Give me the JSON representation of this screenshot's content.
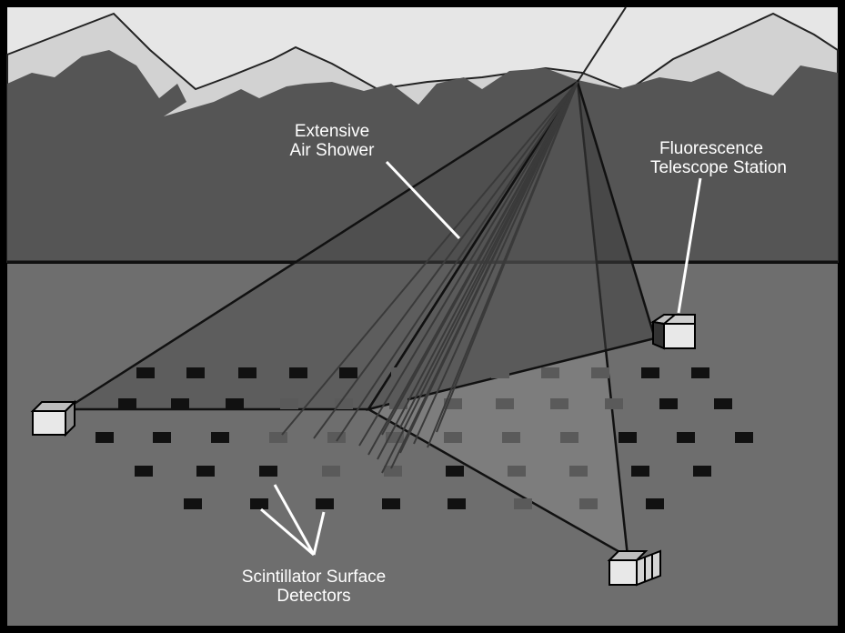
{
  "labels": {
    "air_shower_line1": "Extensive",
    "air_shower_line2": "Air Shower",
    "telescope_line1": "Fluorescence",
    "telescope_line2": "Telescope Station",
    "detectors_line1": "Scintillator Surface",
    "detectors_line2": "Detectors"
  },
  "colors": {
    "frame": "#000000",
    "sky": "#e6e6e6",
    "snow": "#d2d2d2",
    "mountains": "#555555",
    "ground": "#6e6e6e",
    "detector_dark": "#111111",
    "detector_lit": "#5a5a5a",
    "label": "#ffffff"
  }
}
